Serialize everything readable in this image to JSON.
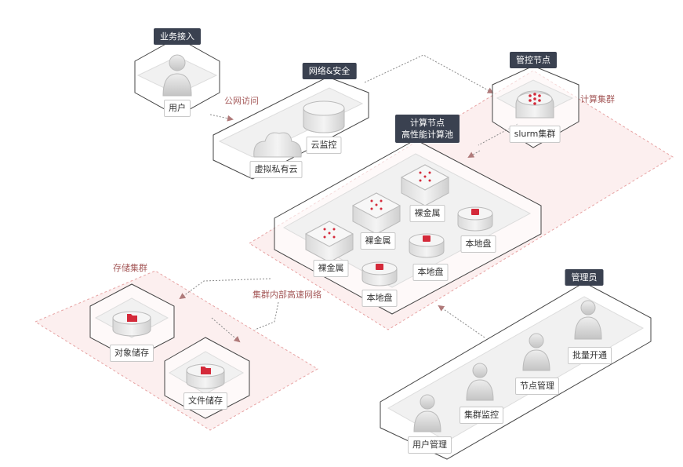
{
  "groups": {
    "business": {
      "title": "业务接入",
      "user": "用户"
    },
    "network": {
      "title": "网络&安全",
      "vpc": "虚拟私有云",
      "monitor": "云监控"
    },
    "control": {
      "title": "管控节点",
      "slurm": "slurm集群"
    },
    "compute": {
      "title_line1": "计算节点",
      "title_line2": "高性能计算池",
      "bare_metal": "裸金属",
      "local_disk": "本地盘"
    },
    "admin": {
      "title": "管理员",
      "user_mgmt": "用户管理",
      "cluster_monitor": "集群监控",
      "node_mgmt": "节点管理",
      "batch_open": "批量开通"
    },
    "storage": {
      "object": "对象储存",
      "file": "文件储存"
    }
  },
  "zones": {
    "compute_cluster": "计算集群",
    "storage_cluster": "存储集群",
    "internal_network": "集群内部高速网络"
  },
  "links": {
    "public_access": "公网访问"
  },
  "colors": {
    "header_bg": "#3a4150",
    "accent": "#d42a3a",
    "zone_fill": "#fbeaea",
    "zone_border": "#e7a3a3",
    "zone_text": "#a55a5a"
  }
}
